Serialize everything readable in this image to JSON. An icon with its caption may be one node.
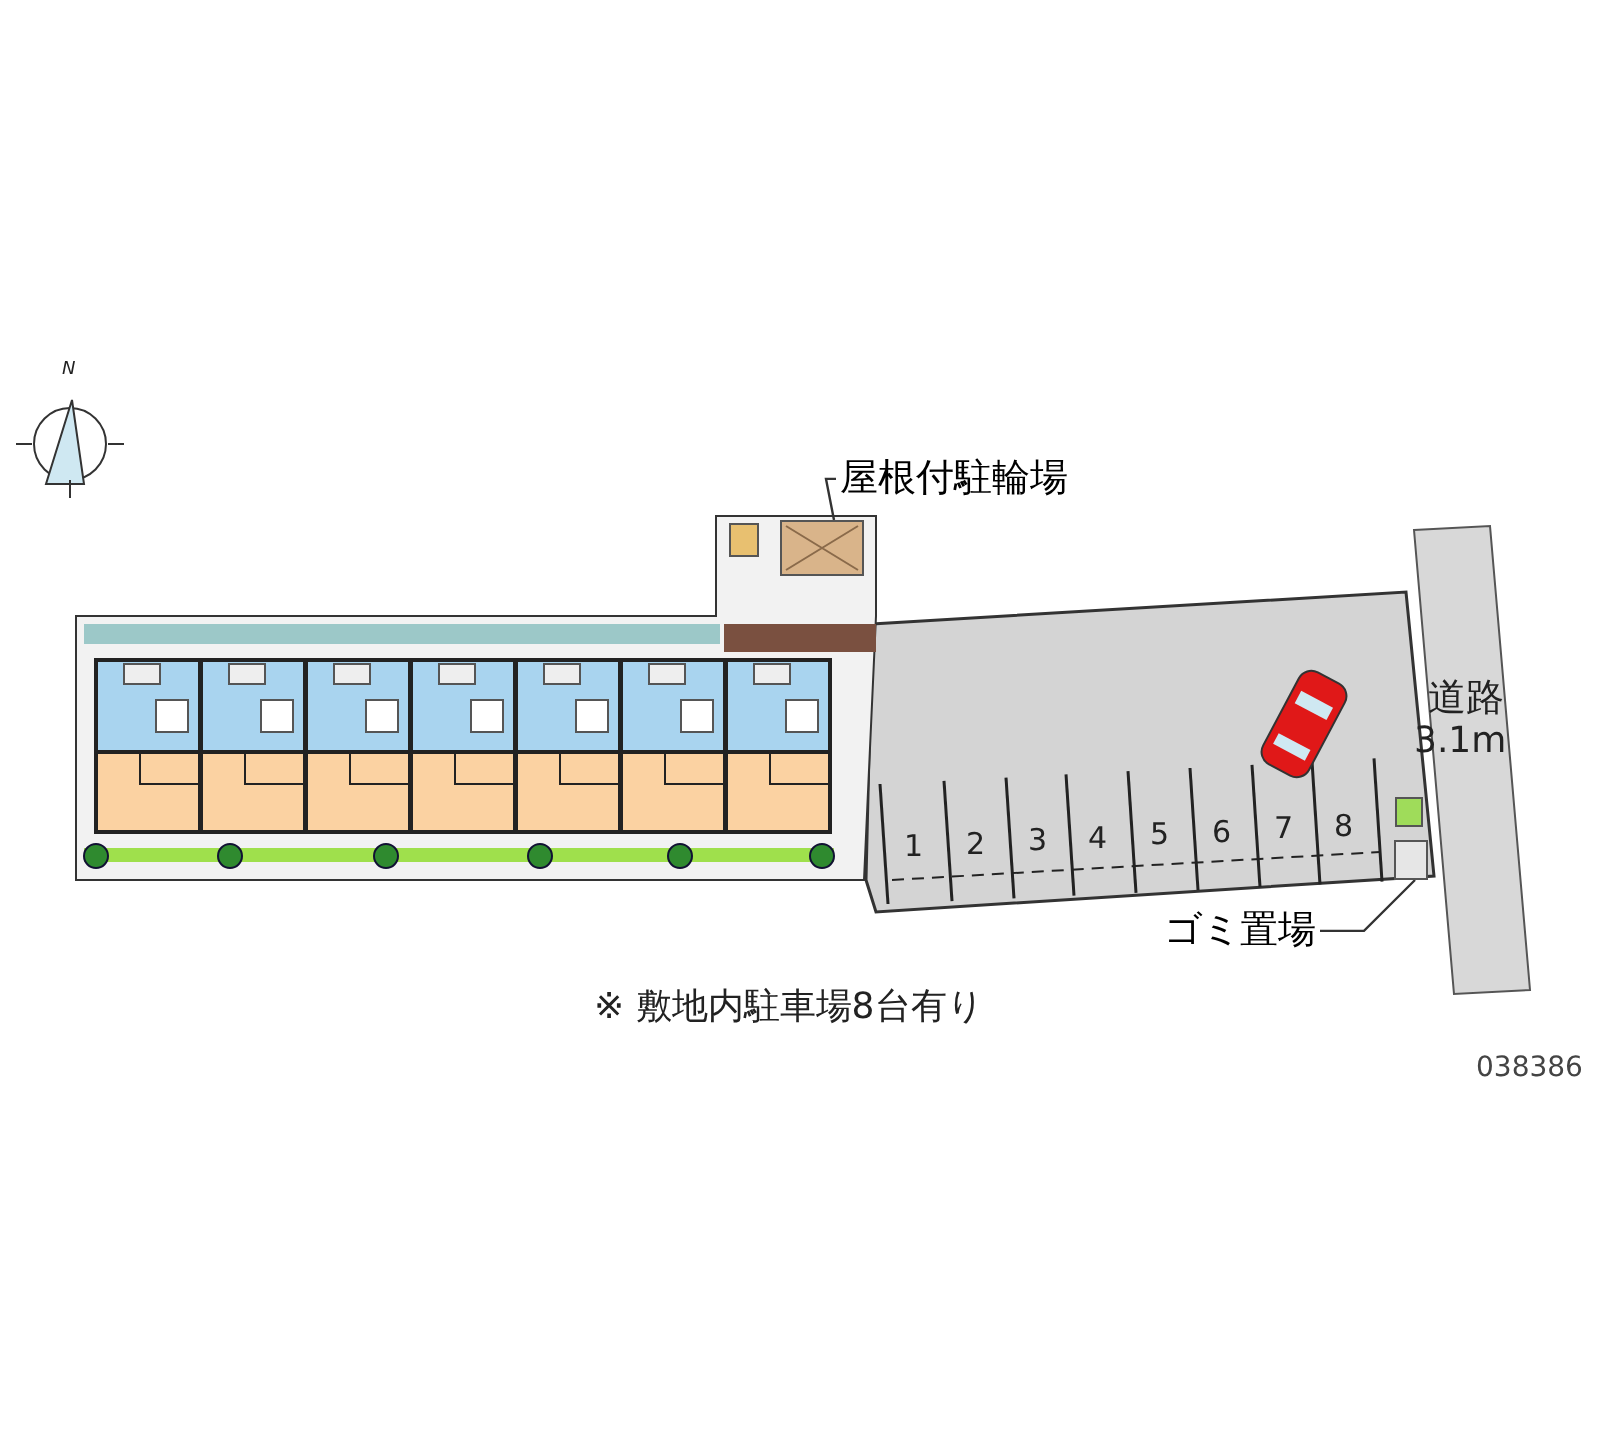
{
  "diagram": {
    "nodes": [
      {
        "text": [
          "屋根付駐輪場"
        ]
      },
      {
        "text": [],
        "shape": "box"
      },
      {
        "text": [
          "ゴミ置場"
        ]
      },
      {
        "text": [],
        "shape": "box"
      }
    ],
    "edges": [
      {
        "from": 0,
        "to": 1,
        "arrow": "none"
      },
      {
        "from": 2,
        "to": 3,
        "arrow": "none"
      }
    ],
    "labels": [
      "N",
      "道路",
      "3.1m",
      "1",
      "2",
      "3",
      "4",
      "5",
      "6",
      "7",
      "8",
      "※ 敷地内駐車場8台有り",
      "038386"
    ]
  }
}
